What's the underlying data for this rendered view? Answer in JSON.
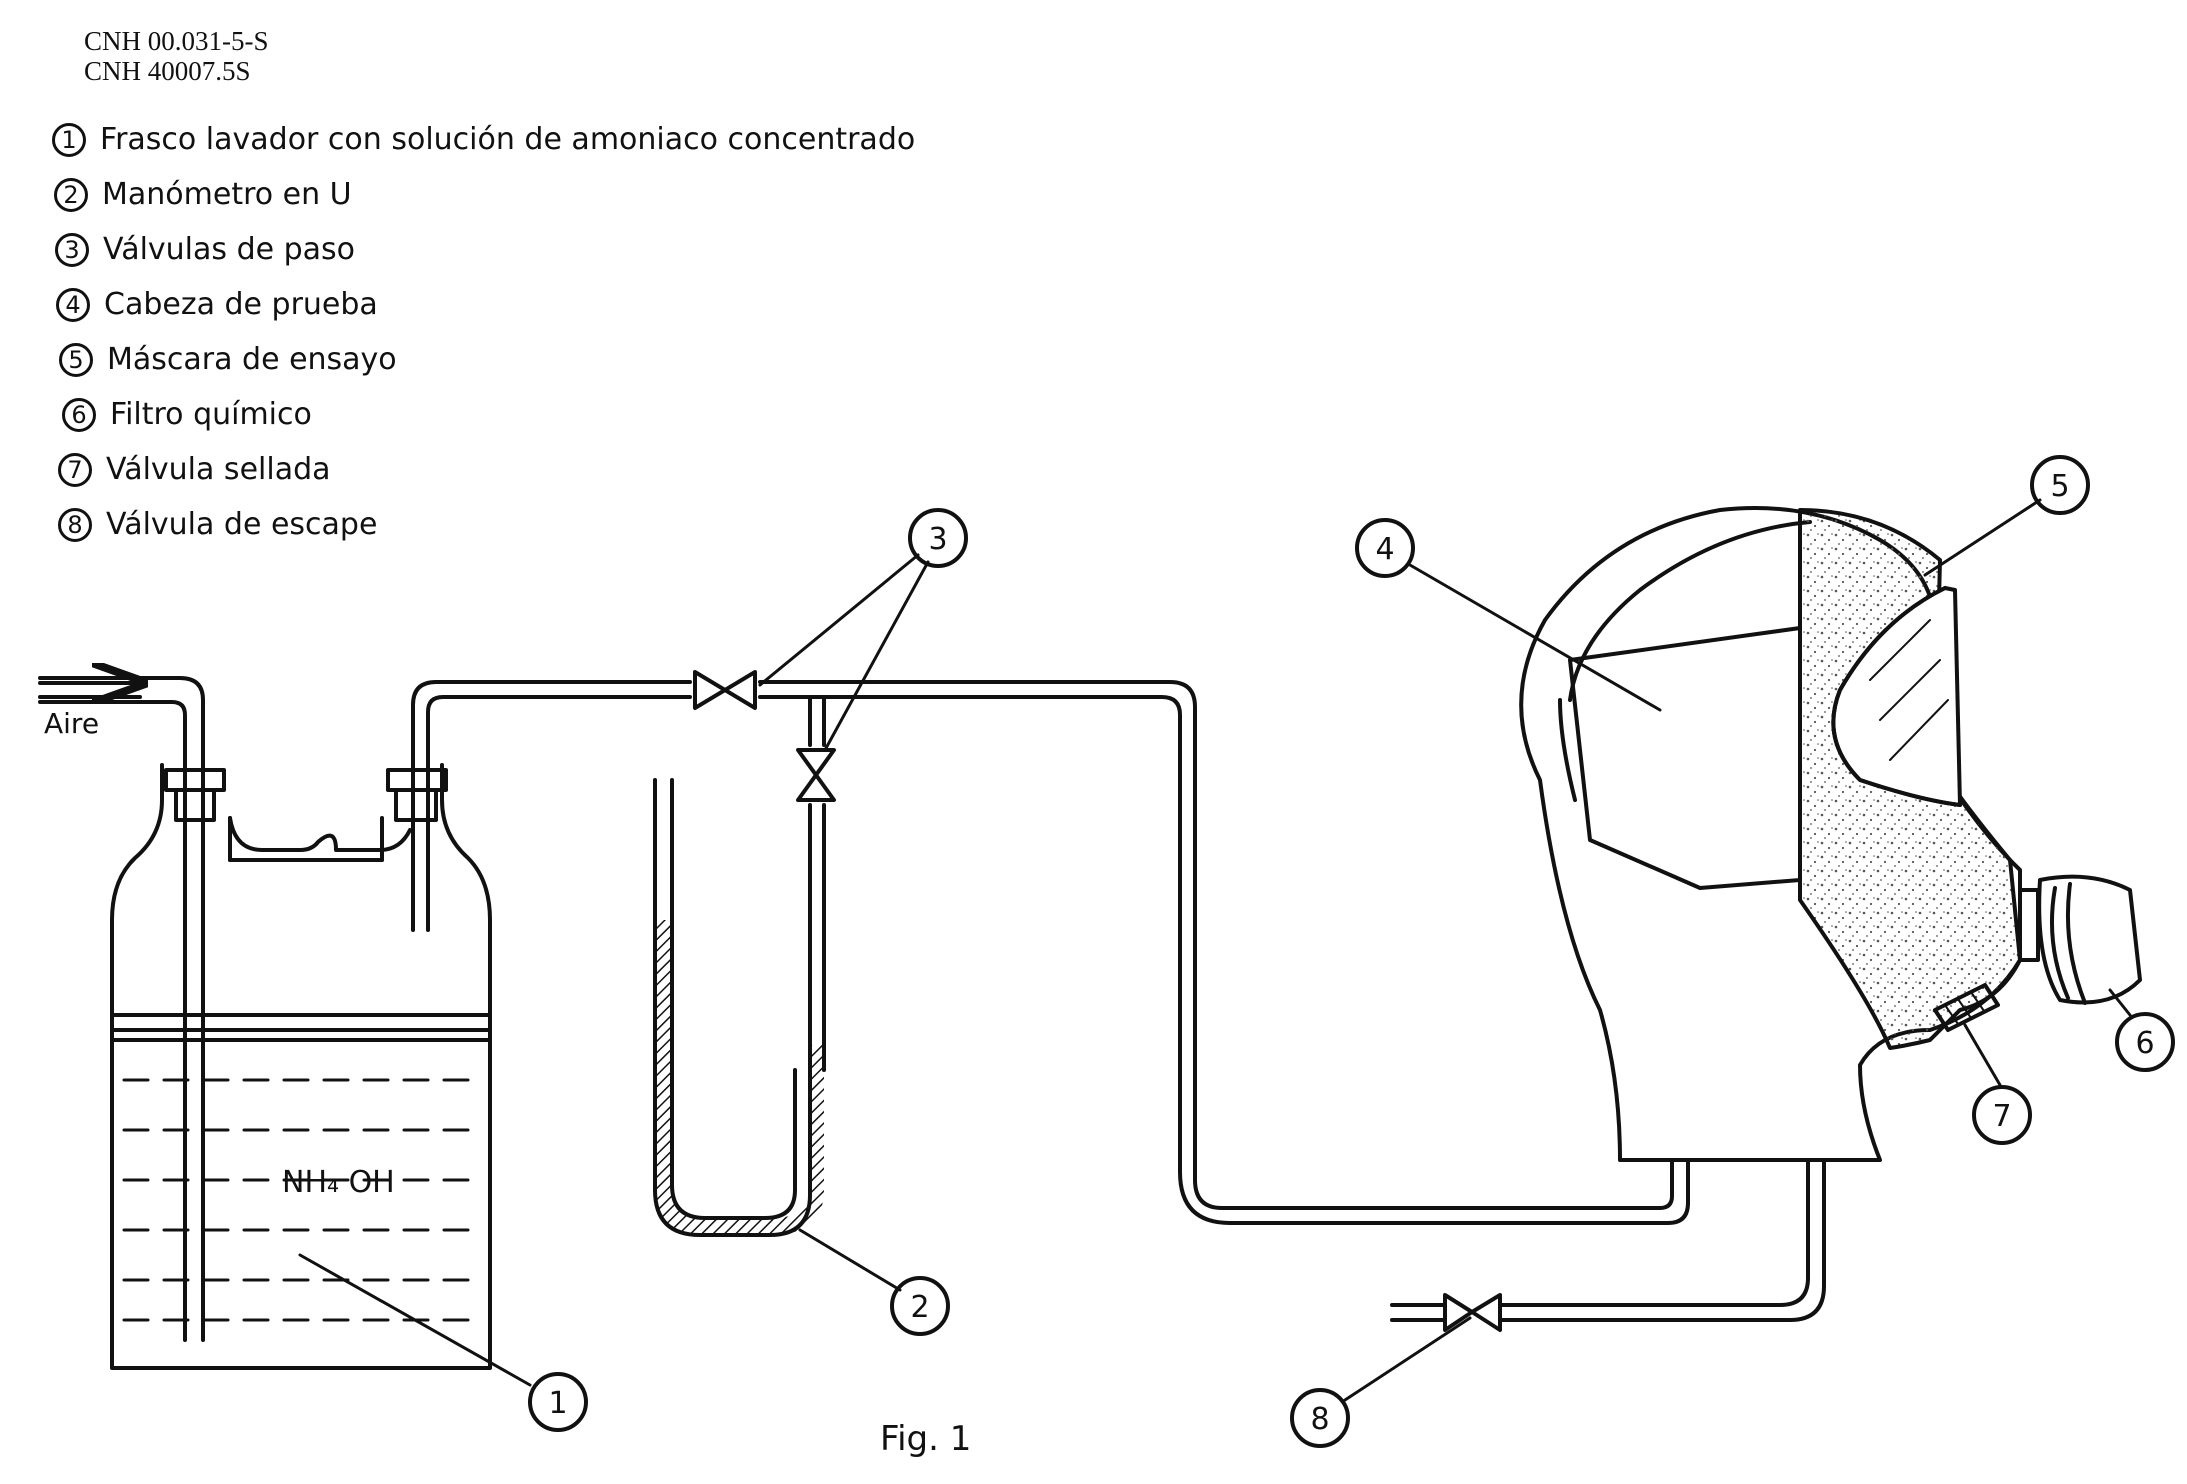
{
  "header": {
    "line1": "CNH 00.031-5-S",
    "line2": "CNH 40007.5S"
  },
  "legend": [
    {
      "num": "1",
      "label": "Frasco lavador con solución de amoniaco concentrado"
    },
    {
      "num": "2",
      "label": "Manómetro en U"
    },
    {
      "num": "3",
      "label": "Válvulas de paso"
    },
    {
      "num": "4",
      "label": "Cabeza de prueba"
    },
    {
      "num": "5",
      "label": "Máscara de ensayo"
    },
    {
      "num": "6",
      "label": "Filtro químico"
    },
    {
      "num": "7",
      "label": "Válvula sellada"
    },
    {
      "num": "8",
      "label": "Válvula de escape"
    }
  ],
  "diagram": {
    "air_label": "Aire",
    "liquid_label": "NH₄ OH",
    "figure_caption": "Fig. 1",
    "callouts": [
      "1",
      "2",
      "3",
      "4",
      "5",
      "6",
      "7",
      "8"
    ]
  },
  "colors": {
    "ink": "#111111",
    "paper": "#ffffff",
    "stipple": "#555555"
  }
}
